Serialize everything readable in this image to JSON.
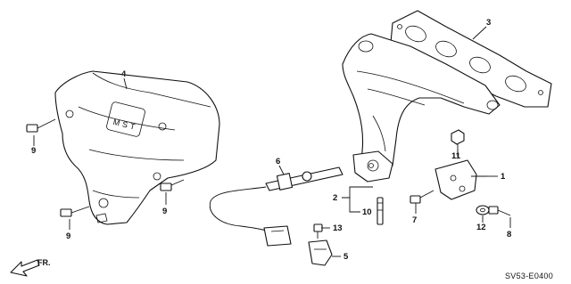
{
  "diagram": {
    "callouts": [
      {
        "id": "1",
        "label": "1"
      },
      {
        "id": "2",
        "label": "2"
      },
      {
        "id": "3",
        "label": "3"
      },
      {
        "id": "4",
        "label": "4"
      },
      {
        "id": "5",
        "label": "5"
      },
      {
        "id": "6",
        "label": "6"
      },
      {
        "id": "7",
        "label": "7"
      },
      {
        "id": "8",
        "label": "8"
      },
      {
        "id": "9a",
        "label": "9"
      },
      {
        "id": "9b",
        "label": "9"
      },
      {
        "id": "9c",
        "label": "9"
      },
      {
        "id": "10",
        "label": "10"
      },
      {
        "id": "11",
        "label": "11"
      },
      {
        "id": "12",
        "label": "12"
      },
      {
        "id": "13",
        "label": "13"
      }
    ],
    "direction_label": "FR.",
    "diagram_code": "SV53-E0400"
  }
}
